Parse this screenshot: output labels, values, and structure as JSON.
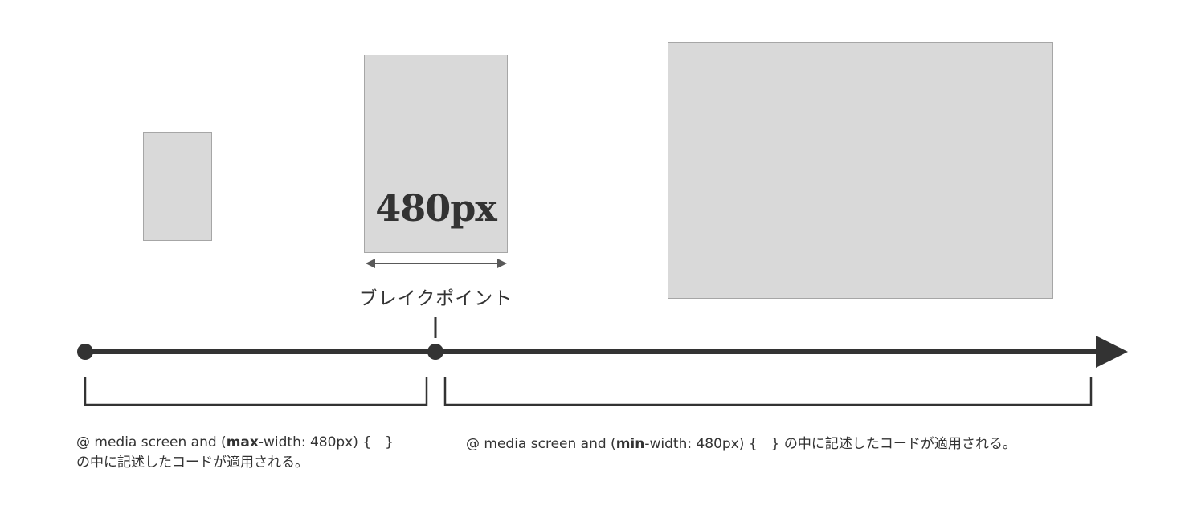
{
  "viewports": {
    "small": "",
    "medium_width_label": "480px",
    "large": ""
  },
  "breakpoint_label": "ブレイクポイント",
  "captions": {
    "max": {
      "prefix": "@ media screen and (",
      "keyword": "max",
      "suffix": "-width: 480px) {　}",
      "line2": "の中に記述したコードが適用される。"
    },
    "min": {
      "prefix": "@ media screen and (",
      "keyword": "min",
      "suffix": "-width: 480px) {　} の中に記述したコードが適用される。"
    }
  },
  "colors": {
    "box_fill": "#d9d9d9",
    "box_border": "#a6a6a6",
    "line": "#333333",
    "arrow": "#595959"
  }
}
